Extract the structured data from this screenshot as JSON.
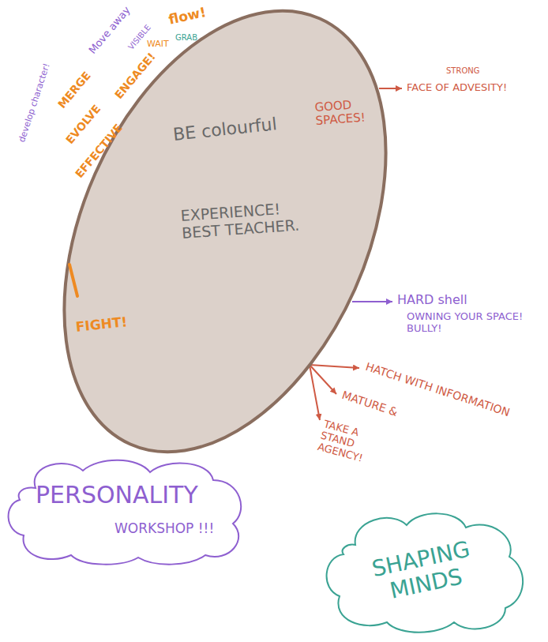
{
  "diagram": {
    "nodes": [
      {
        "text": [
          "BE colourful",
          "EXPERIENCE! BEST TEACHER.",
          "GOOD SPACES!",
          "FIGHT!"
        ]
      },
      {
        "text": [
          "PERSONALITY",
          "WORKSHOP !!!"
        ]
      },
      {
        "text": [
          "SHAPING MINDS"
        ]
      }
    ],
    "labels": [
      "develop character!",
      "Move away",
      "VISIBLE",
      "MERGE",
      "EVOLVE",
      "EFFECTIVE",
      "ENGAGE!",
      "WAIT",
      "flow!",
      "GRAB",
      "STRONG",
      "FACE OF ADVESITY!",
      "HARD shell",
      "OWNING YOUR SPACE! BULLY!",
      "HATCH WITH INFORMATION",
      "MATURE &",
      "TAKE A STAND AGENCY!"
    ]
  }
}
